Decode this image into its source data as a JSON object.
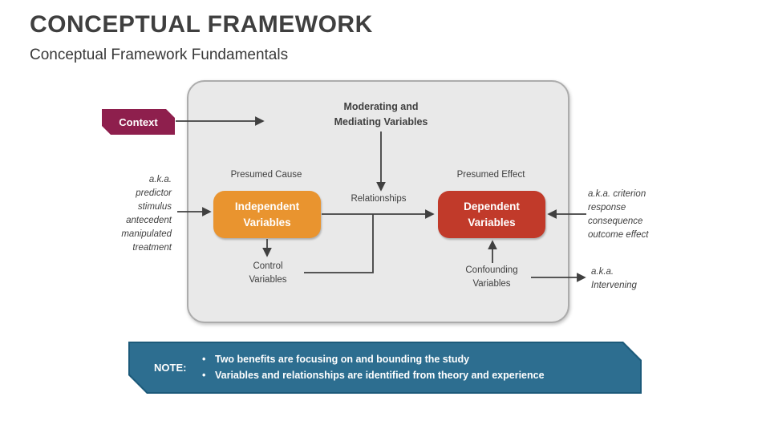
{
  "slide": {
    "title": "CONCEPTUAL FRAMEWORK",
    "subtitle": "Conceptual Framework Fundamentals"
  },
  "diagram": {
    "context_label": "Context",
    "moderating_label": "Moderating and\nMediating Variables",
    "presumed_cause_label": "Presumed Cause",
    "presumed_effect_label": "Presumed Effect",
    "relationships_label": "Relationships",
    "independent_box_label": "Independent\nVariables",
    "dependent_box_label": "Dependent\nVariables",
    "control_label": "Control\nVariables",
    "confounding_label": "Confounding\nVariables",
    "aka_left_label": "a.k.a.\npredictor\nstimulus\nantecedent\nmanipulated\ntreatment",
    "aka_right_label": "a.k.a. criterion\nresponse\nconsequence\noutcome effect",
    "aka_intervening_label": "a.k.a.\nIntervening"
  },
  "note": {
    "label": "NOTE:",
    "bullets": [
      "Two benefits are focusing on and bounding the study",
      "Variables and relationships are identified from theory and experience"
    ]
  },
  "colors": {
    "context_fill": "#8E1F4D",
    "independent_fill": "#E9942F",
    "dependent_fill": "#C13A2A",
    "note_fill": "#2D6E90",
    "note_border": "#1C5A7A",
    "panel_fill": "#E9E9E9",
    "panel_border": "#ACACAC",
    "arrow_color": "#404040",
    "text_color": "#3F3F3F"
  }
}
